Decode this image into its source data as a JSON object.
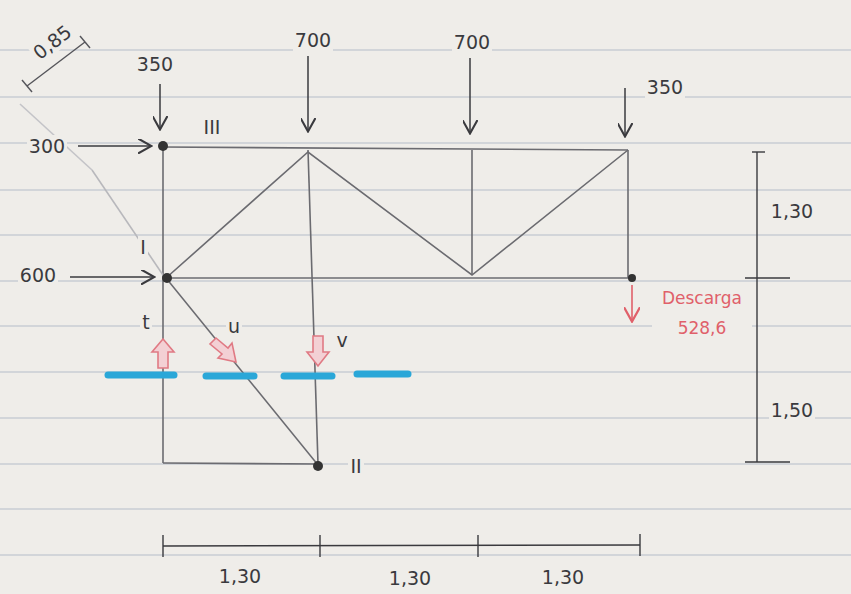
{
  "diagram": {
    "labels": [
      "0,85",
      "350",
      "700",
      "700",
      "350",
      "300",
      "III",
      "I",
      "600",
      "Descarga 528,6",
      "t",
      "u",
      "v",
      "II",
      "1,30",
      "1,50",
      "1,30",
      "1,30",
      "1,30"
    ]
  }
}
